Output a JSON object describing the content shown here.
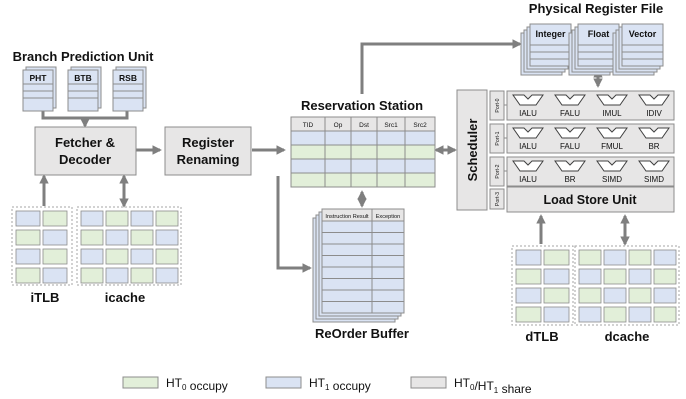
{
  "colors": {
    "green": "#e2efd9",
    "blue": "#dae3f3",
    "gray": "#e7e6e6",
    "border": "#8c8c8c",
    "arrow": "#7f7f7f",
    "dash": "#a6a6a6"
  },
  "bpu": {
    "title": "Branch Prediction Unit",
    "tables": [
      "PHT",
      "BTB",
      "RSB"
    ]
  },
  "fetcher_decoder": {
    "line1": "Fetcher &",
    "line2": "Decoder"
  },
  "register_renaming": {
    "line1": "Register",
    "line2": "Renaming"
  },
  "itlb": {
    "label": "iTLB"
  },
  "icache": {
    "label": "icache"
  },
  "reservation_station": {
    "title": "Reservation Station",
    "columns": [
      "TID",
      "Op",
      "Dst",
      "Src1",
      "Src2"
    ]
  },
  "rob": {
    "title": "ReOrder Buffer",
    "columns": [
      "Instruction Result",
      "Exception"
    ]
  },
  "scheduler": {
    "label": "Scheduler"
  },
  "prf": {
    "title": "Physical Register File",
    "files": [
      "Integer",
      "Float",
      "Vector"
    ]
  },
  "ports": [
    {
      "label": "Port-0",
      "units": [
        "IALU",
        "FALU",
        "IMUL",
        "IDIV"
      ]
    },
    {
      "label": "Port-1",
      "units": [
        "IALU",
        "FALU",
        "FMUL",
        "BR"
      ]
    },
    {
      "label": "Port-2",
      "units": [
        "IALU",
        "BR",
        "SIMD",
        "SIMD"
      ]
    },
    {
      "label": "Port-3",
      "units": []
    }
  ],
  "load_store_unit": {
    "label": "Load Store Unit"
  },
  "dtlb": {
    "label": "dTLB"
  },
  "dcache": {
    "label": "dcache"
  },
  "legend": {
    "items": [
      {
        "pre": "HT",
        "sub": "0",
        "mid": "",
        "sub2": "",
        "post": " occupy",
        "color": "#e2efd9"
      },
      {
        "pre": "HT",
        "sub": "1",
        "mid": "",
        "sub2": "",
        "post": " occupy",
        "color": "#dae3f3"
      },
      {
        "pre": "HT",
        "sub": "0",
        "mid": "/HT",
        "sub2": "1",
        "post": " share",
        "color": "#e7e6e6"
      }
    ]
  }
}
